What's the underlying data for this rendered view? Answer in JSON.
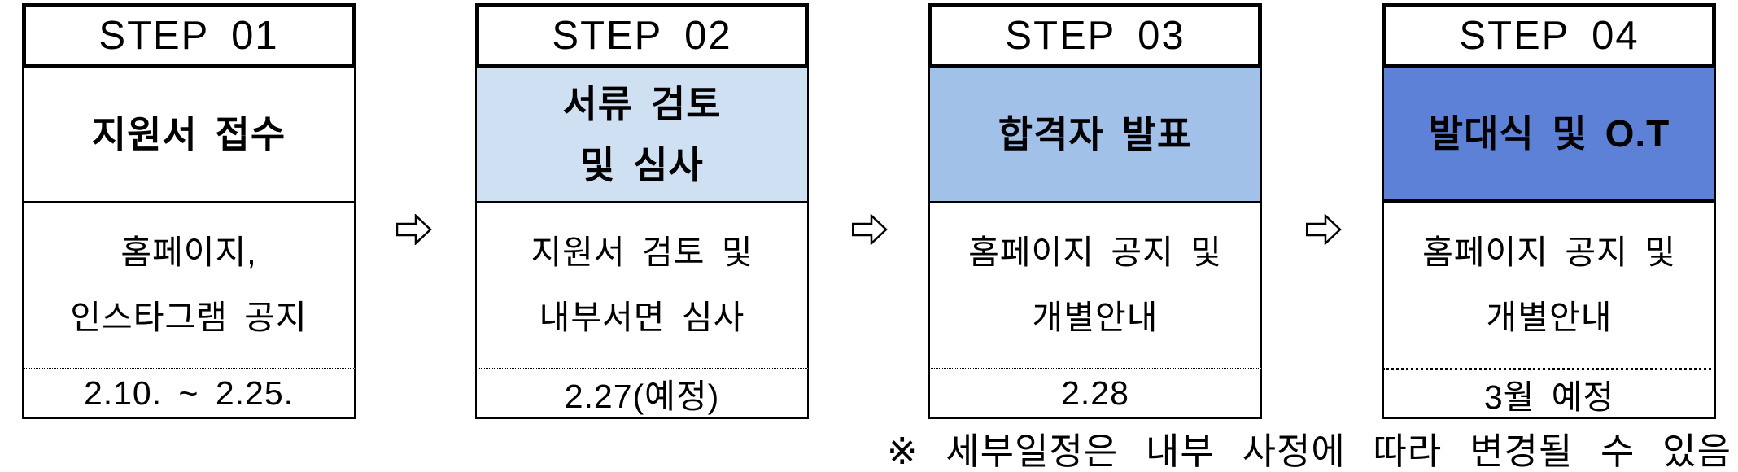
{
  "steps": [
    {
      "header": "STEP 01",
      "title": "지원서 접수",
      "desc": "홈페이지,\n인스타그램 공지",
      "date": "2.10. ~ 2.25.",
      "title_bg": "#FFFFFF"
    },
    {
      "header": "STEP 02",
      "title": "서류 검토\n및 심사",
      "desc": "지원서 검토 및\n내부서면 심사",
      "date": "2.27(예정)",
      "title_bg": "#CFE0F3"
    },
    {
      "header": "STEP 03",
      "title": "합격자 발표",
      "desc": "홈페이지 공지 및\n개별안내",
      "date": "2.28",
      "title_bg": "#A2C1E9"
    },
    {
      "header": "STEP 04",
      "title": "발대식 및 O.T",
      "desc": "홈페이지 공지 및\n개별안내",
      "date": "3월 예정",
      "title_bg": "#5C81D7"
    }
  ],
  "footnote": "※ 세부일정은 내부 사정에 따라 변경될 수 있음",
  "colors": {
    "border": "#000000",
    "text": "#000000",
    "step2_fill": "#CFE0F3",
    "step3_fill": "#A2C1E9",
    "step4_fill": "#5C81D7"
  }
}
